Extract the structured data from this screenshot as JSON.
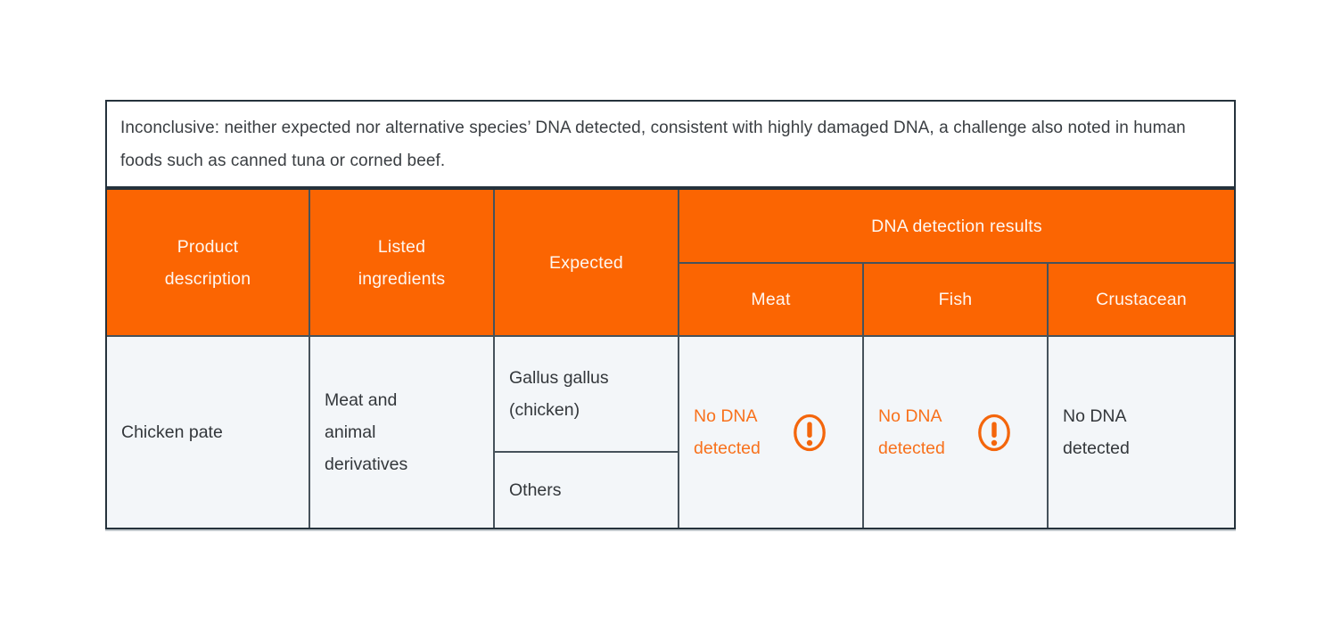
{
  "chart_data": {
    "type": "table",
    "note": "Inconclusive: neither expected nor alternative species’ DNA detected, consistent with highly damaged DNA, a challenge also noted in human foods such as canned tuna or corned beef.",
    "columns": [
      "Product description",
      "Listed ingredients",
      "Expected",
      "DNA detection results – Meat",
      "DNA detection results – Fish",
      "DNA detection results – Crustacean"
    ],
    "rows": [
      [
        "Chicken pate",
        "Meat and animal derivatives",
        "Gallus gallus (chicken) / Others",
        "No DNA detected (warning)",
        "No DNA detected (warning)",
        "No DNA detected"
      ]
    ]
  },
  "note": {
    "text": "Inconclusive: neither expected nor alternative species’ DNA detected, consistent with highly damaged DNA, a challenge also noted in human foods such as canned tuna or corned beef."
  },
  "table": {
    "headers": {
      "product": "Product description",
      "ingredients": "Listed ingredients",
      "expected": "Expected",
      "dna_results": "DNA detection results",
      "sub": [
        "Meat",
        "Fish",
        "Crustacean"
      ]
    },
    "row": {
      "product": "Chicken pate",
      "ingredients": "Meat and animal derivatives",
      "expected_primary": "Gallus gallus (chicken)",
      "expected_secondary": "Others",
      "meat": {
        "text": "No DNA detected",
        "warning": true
      },
      "fish": {
        "text": "No DNA detected",
        "warning": true
      },
      "crustacean": {
        "text": "No DNA detected",
        "warning": false
      }
    }
  },
  "colors": {
    "header_orange": "#fb6502",
    "accent_text_orange": "#f8711c",
    "warning_icon_orange": "#f4660c",
    "body_cell_bg": "#f3f6f9",
    "gridline": "#46525b",
    "outer_border": "#25323c",
    "body_text": "#33373b"
  }
}
